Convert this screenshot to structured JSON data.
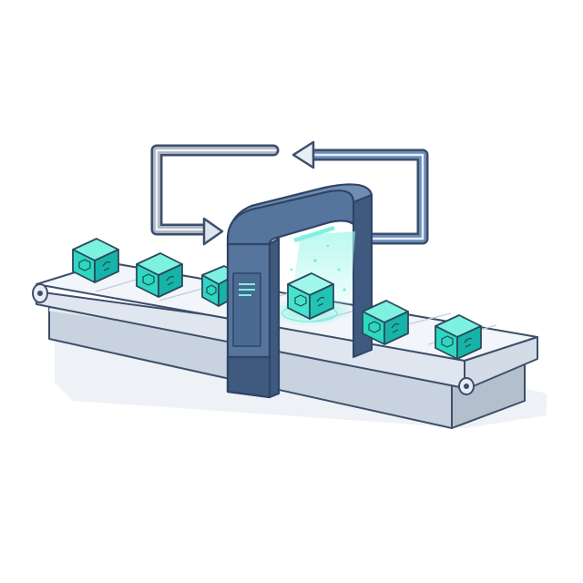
{
  "illustration": {
    "subject": "conveyor-scanner",
    "colors": {
      "outline": "#3d4f6a",
      "belt_top": "#f2f5f9",
      "belt_front": "#dfe6ef",
      "base_front": "#c9d3df",
      "base_side": "#b3bfcd",
      "shadow": "#e4e9f0",
      "arch_front": "#56759c",
      "arch_side": "#3f5a7e",
      "arch_dark": "#2f4566",
      "cube_top": "#7ef2e0",
      "cube_left": "#2fd6c1",
      "cube_right": "#17b3a8",
      "glow": "#5ef0dc",
      "arrow_gray": "#a9b4c4",
      "arrow_blue": "#4d6f9c"
    },
    "arrows": [
      {
        "name": "return-arrow-gray",
        "color": "gray"
      },
      {
        "name": "return-arrow-blue",
        "color": "blue"
      }
    ],
    "boxes_count": 6
  }
}
